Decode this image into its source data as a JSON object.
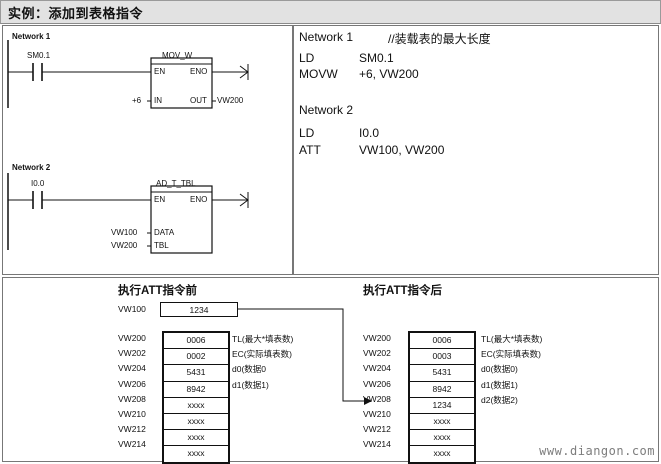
{
  "title": "实例：添加到表格指令",
  "ladder": {
    "network1": {
      "label": "Network 1",
      "contact": "SM0.1",
      "box_name": "MOV_W",
      "en": "EN",
      "eno": "ENO",
      "in_value": "+6",
      "in_pin": "IN",
      "out_pin": "OUT",
      "out_value": "VW200"
    },
    "network2": {
      "label": "Network 2",
      "contact": "I0.0",
      "box_name": "AD_T_TBL",
      "en": "EN",
      "eno": "ENO",
      "data_value": "VW100",
      "data_pin": "DATA",
      "tbl_value": "VW200",
      "tbl_pin": "TBL"
    }
  },
  "stl": {
    "network1_label": "Network 1",
    "network1_comment": "//装载表的最大长度",
    "ld1_op": "LD",
    "ld1_arg": "SM0.1",
    "movw_op": "MOVW",
    "movw_arg": "+6,  VW200",
    "network2_label": "Network 2",
    "ld2_op": "LD",
    "ld2_arg": "I0.0",
    "att_op": "ATT",
    "att_arg": "VW100,  VW200"
  },
  "before": {
    "heading": "执行ATT指令前",
    "vw100_label": "VW100",
    "vw100_value": "1234",
    "addresses": [
      "VW200",
      "VW202",
      "VW204",
      "VW206",
      "VW208",
      "VW210",
      "VW212",
      "VW214"
    ],
    "values": [
      "0006",
      "0002",
      "5431",
      "8942",
      "xxxx",
      "xxxx",
      "xxxx",
      "xxxx"
    ],
    "notes": [
      "TL(最大*填表数)",
      "EC(实际填表数)",
      "d0(数据0",
      "d1(数据1)"
    ]
  },
  "after": {
    "heading": "执行ATT指令后",
    "addresses": [
      "VW200",
      "VW202",
      "VW204",
      "VW206",
      "VW208",
      "VW210",
      "VW212",
      "VW214"
    ],
    "values": [
      "0006",
      "0003",
      "5431",
      "8942",
      "1234",
      "xxxx",
      "xxxx",
      "xxxx"
    ],
    "notes": [
      "TL(最大*填表数)",
      "EC(实际填表数)",
      "d0(数据0)",
      "d1(数据1)",
      "d2(数据2)"
    ]
  },
  "watermark": "www.diangon.com"
}
